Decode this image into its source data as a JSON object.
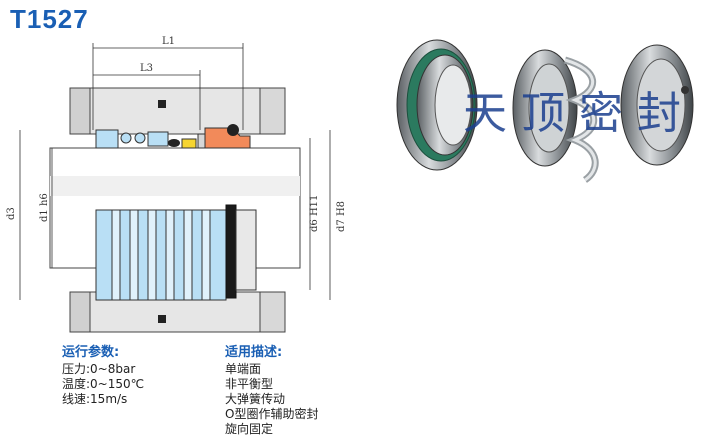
{
  "title": "T1527",
  "dimensions": {
    "L1": "L1",
    "L3": "L3",
    "d3": "d3",
    "d1": "d1 h6",
    "d6": "d6 H11",
    "d7": "d7 H8"
  },
  "operating": {
    "heading": "运行参数:",
    "lines": [
      "压力:0~8bar",
      "温度:0~150℃",
      "线速:15m/s"
    ]
  },
  "application": {
    "heading": "适用描述:",
    "lines": [
      "单端面",
      "非平衡型",
      "大弹簧传动",
      "O型圈作辅助密封",
      "旋向固定"
    ]
  },
  "watermark": "天 顶 密 封",
  "colors": {
    "title": "#1a5fb4",
    "heading": "#1a5fb4",
    "part_blue": "#b9dff5",
    "part_orange": "#f28a5a",
    "part_yellow": "#f6d531"
  }
}
